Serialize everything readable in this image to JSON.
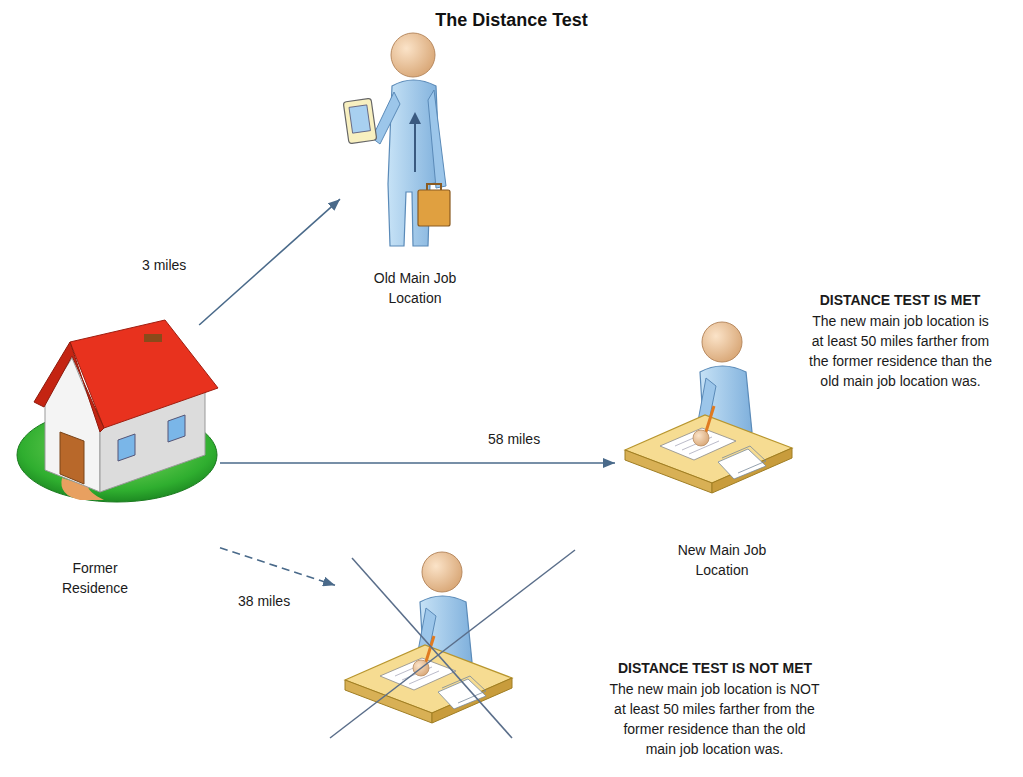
{
  "diagram": {
    "title": "The Distance Test",
    "nodes": [
      {
        "text": [
          "Former Residence"
        ]
      },
      {
        "text": [
          "Old Main Job Location"
        ]
      },
      {
        "text": [
          "New Main Job Location"
        ]
      },
      {
        "text": [
          "DISTANCE TEST IS NOT MET",
          "The new main job location is NOT at least 50 miles farther from the former residence than the old main job location was."
        ]
      }
    ],
    "edges": [
      {
        "from": 0,
        "to": 1,
        "arrow": "to",
        "label": "3 miles"
      },
      {
        "from": 0,
        "to": 2,
        "arrow": "to",
        "label": "58 miles"
      },
      {
        "from": 0,
        "to": 3,
        "arrow": "to",
        "label": "38 miles"
      }
    ],
    "labels": [
      "DISTANCE TEST IS MET",
      "The new main job location is at least 50 miles farther from the former residence than the old main job location was."
    ]
  }
}
